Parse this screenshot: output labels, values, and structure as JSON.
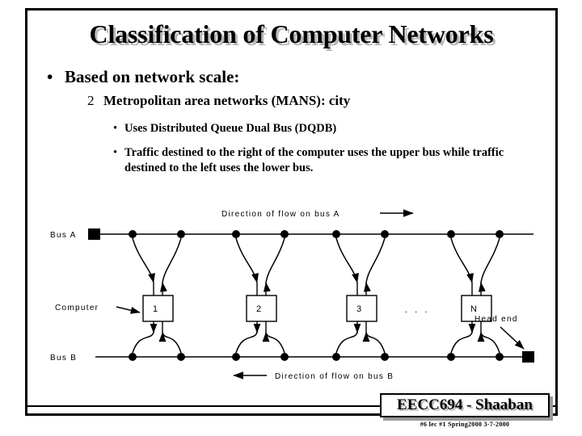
{
  "slide": {
    "title": "Classification of Computer Networks",
    "bullets": {
      "level1_marker": "•",
      "level1_text": "Based on network scale:",
      "level2_marker": "2",
      "level2_text": "Metropolitan area networks (MANS): city",
      "level3_marker": "•",
      "level3_items": [
        "Uses Distributed Queue Dual Bus (DQDB)",
        "Traffic destined to the right of the computer uses the upper bus while traffic destined to the left uses the lower bus."
      ]
    },
    "diagram": {
      "bus_a_label": "Bus A",
      "bus_b_label": "Bus B",
      "flow_a_label": "Direction of flow  on bus A",
      "flow_b_label": "Direction of flow  on bus B",
      "computer_label": "Computer",
      "head_end_label": "Head end",
      "ellipsis": ". . .",
      "nodes": [
        "1",
        "2",
        "3",
        "N"
      ]
    },
    "footer": {
      "course": "EECC694 - Shaaban",
      "note": "#6  lec #1  Spring2000  3-7-2000"
    }
  }
}
